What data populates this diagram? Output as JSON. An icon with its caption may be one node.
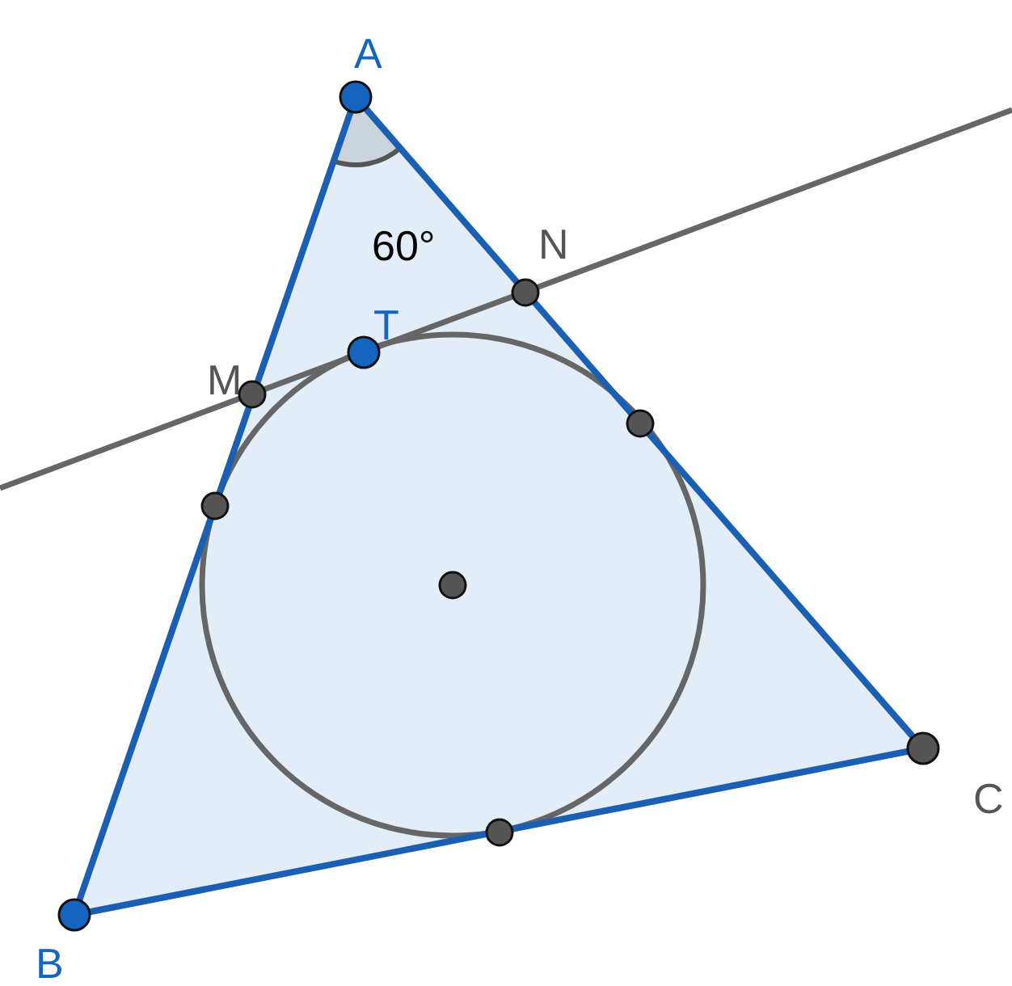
{
  "diagram": {
    "labels": [
      "A",
      "60°",
      "N",
      "T",
      "M",
      "B",
      "C"
    ]
  }
}
